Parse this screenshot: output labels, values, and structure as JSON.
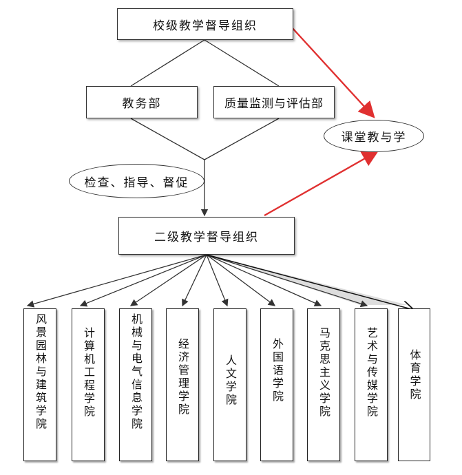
{
  "top": {
    "label": "校级教学督导组织"
  },
  "departments": {
    "academic_affairs": "教务部",
    "quality_office": "质量监测与评估部"
  },
  "classroom": {
    "label": "课堂教与学"
  },
  "actions": {
    "label": "检查、指导、督促"
  },
  "second_level": {
    "label": "二级教学督导组织"
  },
  "colleges": [
    "风景园林与建筑学院",
    "计算机工程学院",
    "机械与电气信息学院",
    "经济管理学院",
    "人文学院",
    "外国语学院",
    "马克思主义学院",
    "艺术与传媒学院",
    "体育学院"
  ],
  "colors": {
    "line": "#333333",
    "accent_arrow": "#e03030"
  }
}
